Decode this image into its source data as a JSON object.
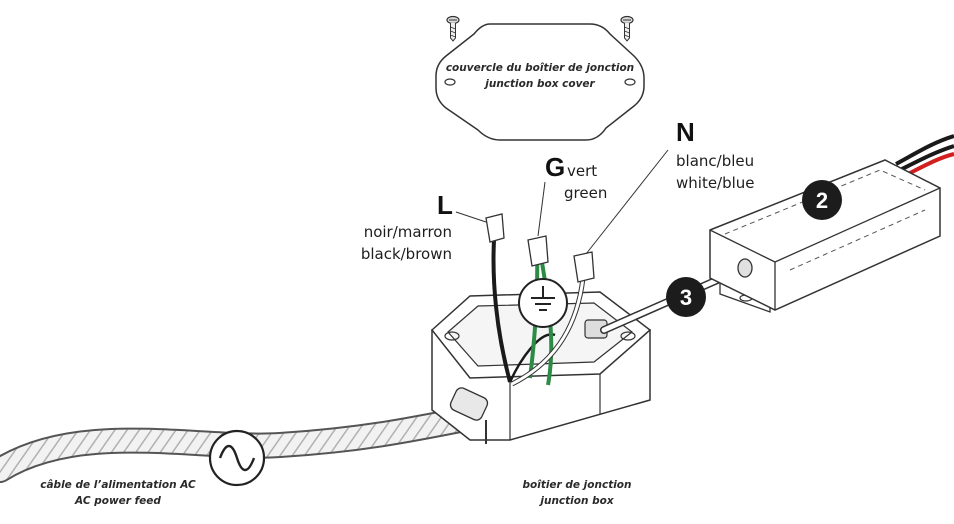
{
  "cover": {
    "label_fr": "couvercle du boîtier de jonction",
    "label_en": "junction box cover"
  },
  "wires": {
    "line": {
      "letter": "L",
      "fr": "noir/marron",
      "en": "black/brown"
    },
    "ground": {
      "letter": "G",
      "fr": "vert",
      "en": "green"
    },
    "neutral": {
      "letter": "N",
      "fr": "blanc/bleu",
      "en": "white/blue"
    }
  },
  "feed": {
    "label_fr": "câble de l’alimentation AC",
    "label_en": "AC power feed"
  },
  "box": {
    "label_fr": "boîtier de jonction",
    "label_en": "junction box"
  },
  "badges": {
    "driver": "2",
    "conduit": "3"
  },
  "icons": [
    "screw-icon",
    "ground-symbol-icon",
    "ac-sine-icon"
  ],
  "colors": {
    "line_wire": "#1a1a1a",
    "ground_wire": "#2e8b45",
    "neutral_wire": "#ffffff",
    "red_wire": "#d22020",
    "badge": "#1c1c1c",
    "outline": "#333333"
  }
}
